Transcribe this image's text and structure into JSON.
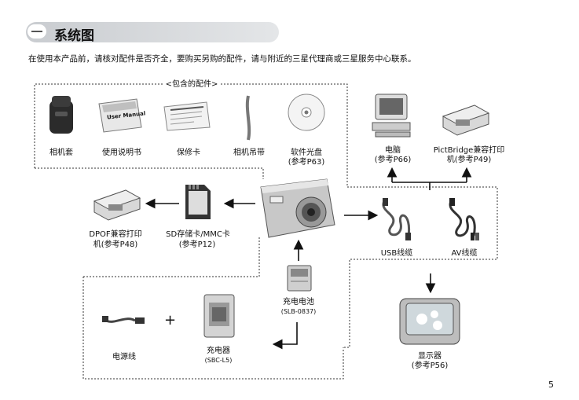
{
  "header": {
    "title": "系统图"
  },
  "intro": "在使用本产品前，请核对配件是否齐全，要购买另购的配件，请与附近的三星代理商或三星服务中心联系。",
  "included": {
    "title": "<包含的配件>",
    "items": [
      {
        "label": "相机套"
      },
      {
        "label": "使用说明书",
        "print": "User Manual"
      },
      {
        "label": "保修卡"
      },
      {
        "label": "相机吊带"
      },
      {
        "label": "软件光盘",
        "sub": "(参考P63)"
      }
    ]
  },
  "pc": {
    "label": "电脑",
    "sub": "(参考P66)"
  },
  "pictbridge": {
    "label": "PictBridge兼容打印",
    "sub": "机(参考P49)"
  },
  "dpof": {
    "label": "DPOF兼容打印",
    "sub": "机(参考P48)"
  },
  "sd": {
    "label": "SD存储卡/MMC卡",
    "sub": "(参考P12)"
  },
  "usb": {
    "label": "USB线缆"
  },
  "av": {
    "label": "AV线缆"
  },
  "battery": {
    "label": "充电电池",
    "model": "(SLB-0837)"
  },
  "power": {
    "label": "电源线",
    "plus": "+"
  },
  "charger": {
    "label": "充电器",
    "model": "(SBC-L5)"
  },
  "tv": {
    "label": "显示器",
    "sub": "(参考P56)"
  },
  "page_number": "5"
}
